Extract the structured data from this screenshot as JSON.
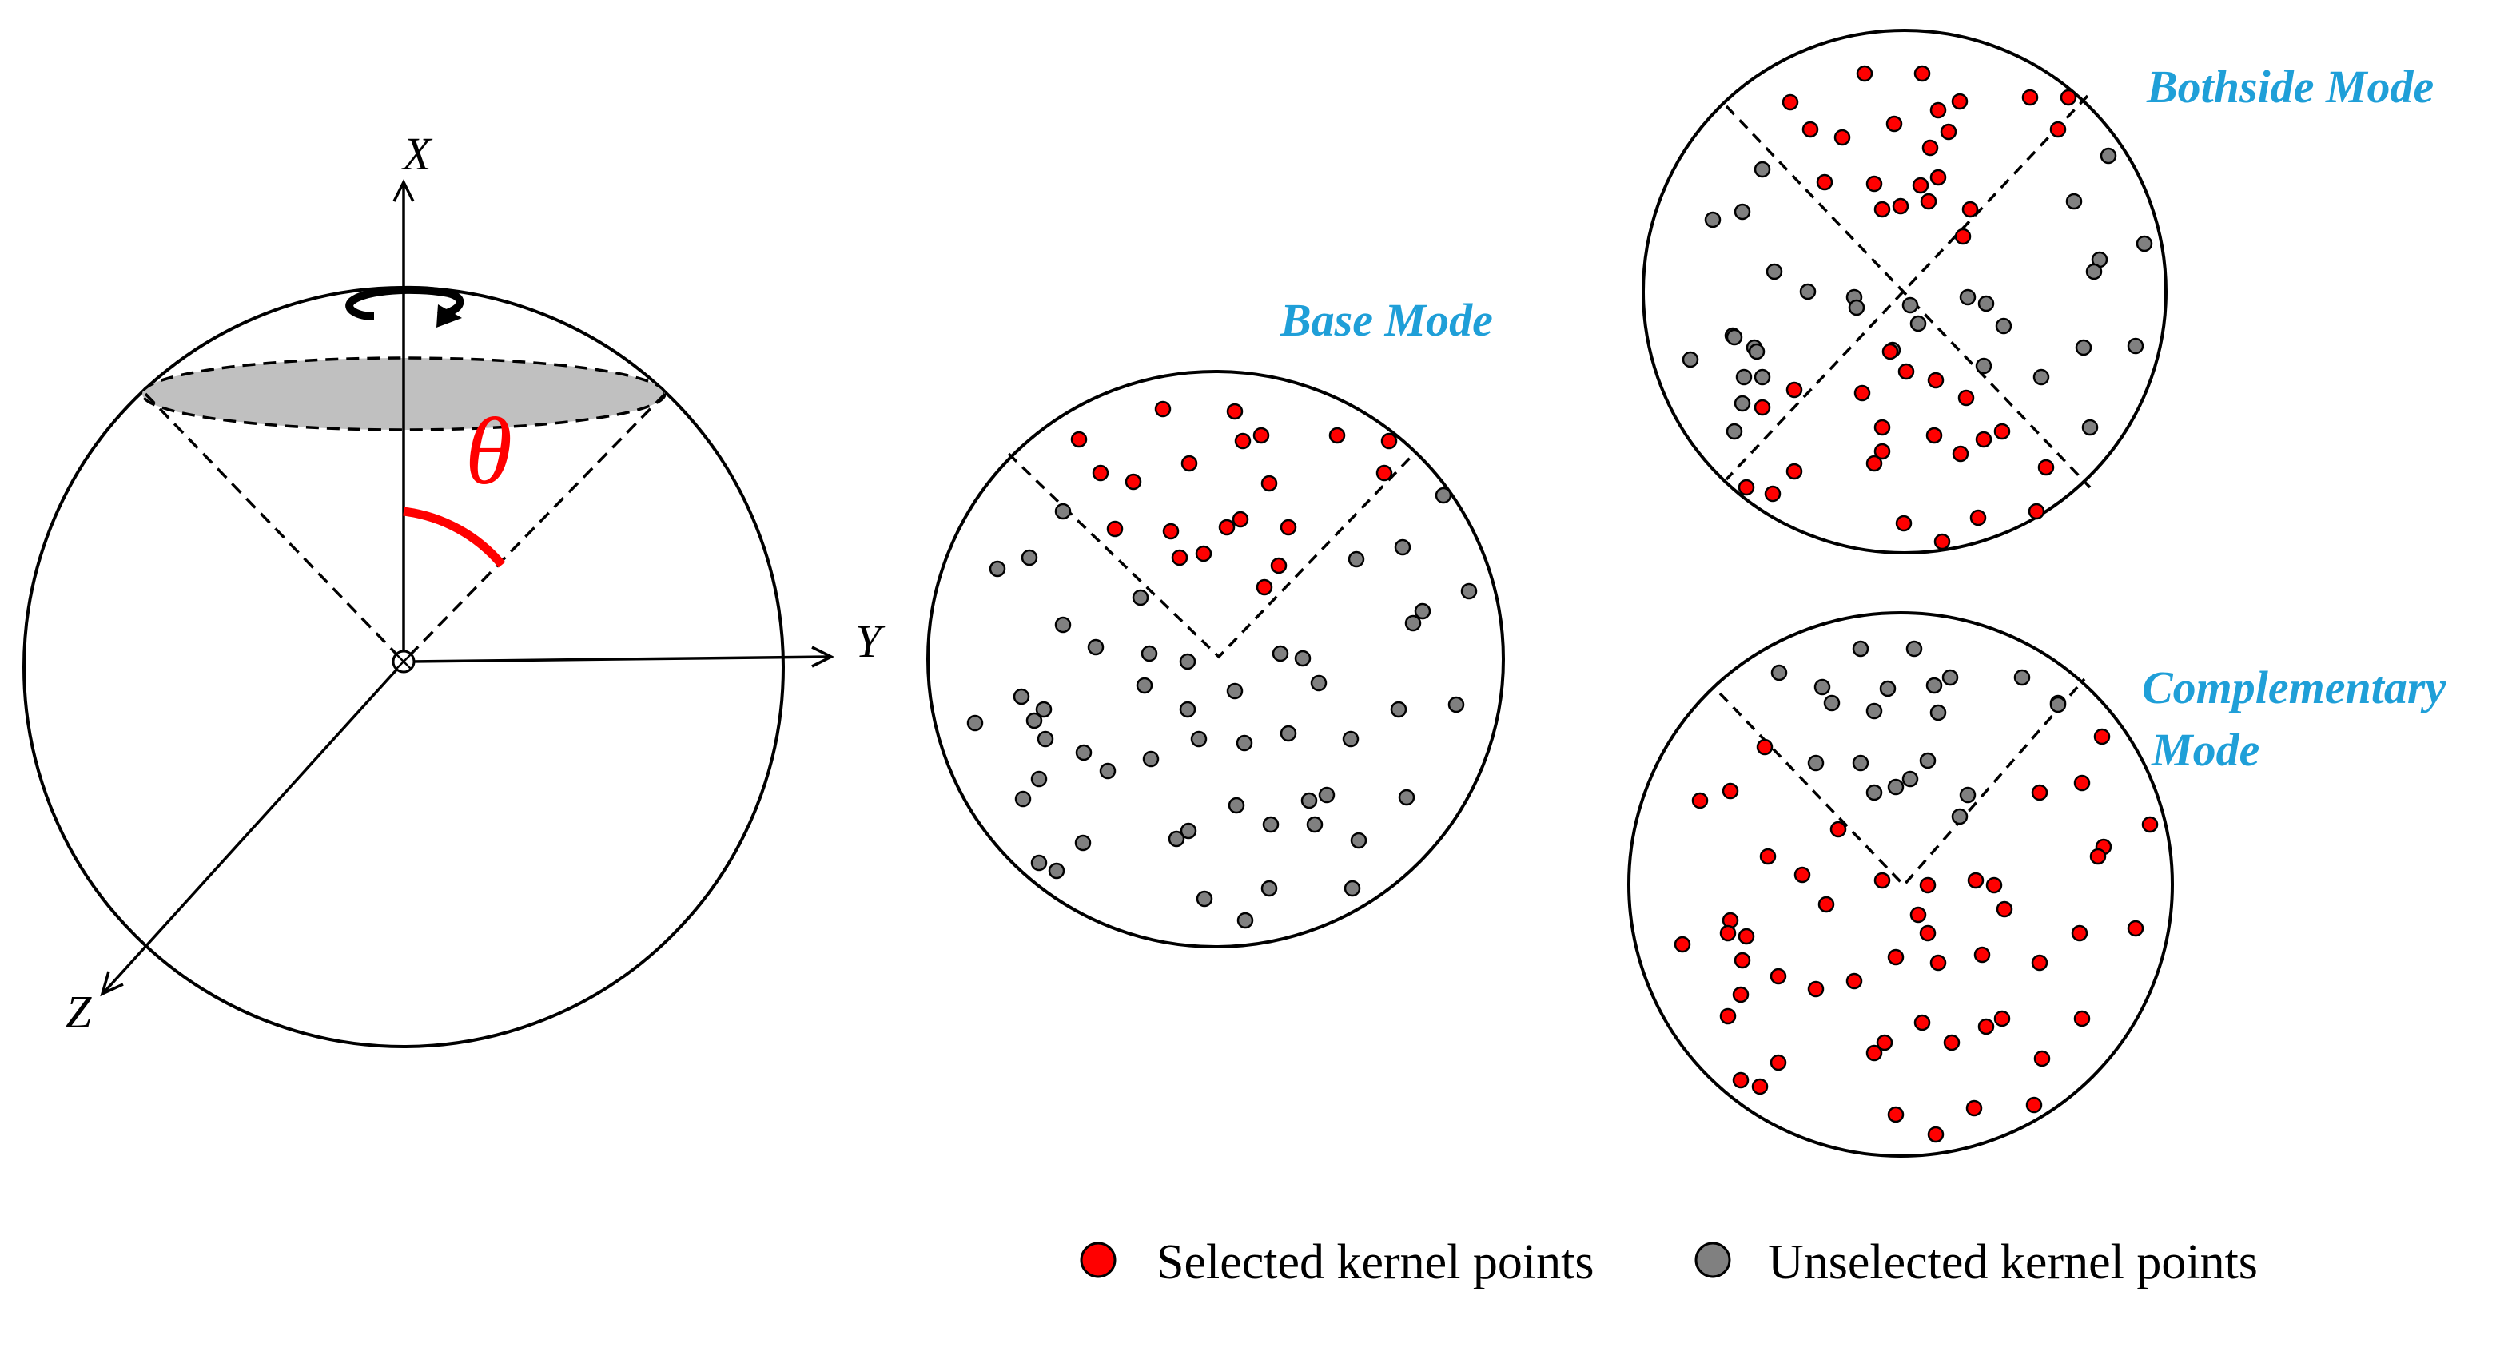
{
  "colors": {
    "selected": "#ff0000",
    "unselected": "#808080",
    "mode_label": "#1f9fd8",
    "theta": "#ff0000",
    "cap_fill": "#c0c0c0"
  },
  "sphere": {
    "axis_x": "X",
    "axis_y": "Y",
    "axis_z": "Z",
    "angle_symbol": "θ",
    "icons": [
      "rotation-arrow-icon",
      "origin-circle-icon"
    ]
  },
  "panels": {
    "base": {
      "title": "Base Mode"
    },
    "bothside": {
      "title": "Bothside Mode"
    },
    "complementary": {
      "title_line1": "Complementary",
      "title_line2": "Mode"
    }
  },
  "legend": {
    "selected": "Selected kernel points",
    "unselected": "Unselected kernel points"
  },
  "point_sets": {
    "base": [
      [
        1350,
        550,
        "s"
      ],
      [
        1455,
        512,
        "s"
      ],
      [
        1545,
        515,
        "s"
      ],
      [
        1578,
        545,
        "s"
      ],
      [
        1673,
        545,
        "s"
      ],
      [
        1738,
        552,
        "s"
      ],
      [
        1377,
        592,
        "s"
      ],
      [
        1418,
        603,
        "s"
      ],
      [
        1488,
        580,
        "s"
      ],
      [
        1555,
        552,
        "s"
      ],
      [
        1588,
        605,
        "s"
      ],
      [
        1732,
        592,
        "s"
      ],
      [
        1395,
        662,
        "s"
      ],
      [
        1465,
        665,
        "s"
      ],
      [
        1535,
        660,
        "s"
      ],
      [
        1552,
        650,
        "s"
      ],
      [
        1612,
        660,
        "s"
      ],
      [
        1476,
        698,
        "s"
      ],
      [
        1506,
        693,
        "s"
      ],
      [
        1600,
        708,
        "s"
      ],
      [
        1582,
        735,
        "s"
      ],
      [
        1330,
        640,
        "u"
      ],
      [
        1806,
        620,
        "u"
      ],
      [
        1288,
        698,
        "u"
      ],
      [
        1248,
        712,
        "u"
      ],
      [
        1697,
        700,
        "u"
      ],
      [
        1755,
        685,
        "u"
      ],
      [
        1427,
        748,
        "u"
      ],
      [
        1838,
        740,
        "u"
      ],
      [
        1330,
        782,
        "u"
      ],
      [
        1371,
        810,
        "u"
      ],
      [
        1438,
        818,
        "u"
      ],
      [
        1486,
        828,
        "u"
      ],
      [
        1602,
        818,
        "u"
      ],
      [
        1630,
        824,
        "u"
      ],
      [
        1768,
        780,
        "u"
      ],
      [
        1780,
        765,
        "u"
      ],
      [
        1432,
        858,
        "u"
      ],
      [
        1486,
        888,
        "u"
      ],
      [
        1545,
        865,
        "u"
      ],
      [
        1650,
        855,
        "u"
      ],
      [
        1278,
        872,
        "u"
      ],
      [
        1306,
        888,
        "u"
      ],
      [
        1294,
        902,
        "u"
      ],
      [
        1220,
        905,
        "u"
      ],
      [
        1308,
        925,
        "u"
      ],
      [
        1356,
        942,
        "u"
      ],
      [
        1440,
        950,
        "u"
      ],
      [
        1500,
        925,
        "u"
      ],
      [
        1557,
        930,
        "u"
      ],
      [
        1612,
        918,
        "u"
      ],
      [
        1690,
        925,
        "u"
      ],
      [
        1750,
        888,
        "u"
      ],
      [
        1822,
        882,
        "u"
      ],
      [
        1300,
        975,
        "u"
      ],
      [
        1386,
        965,
        "u"
      ],
      [
        1280,
        1000,
        "u"
      ],
      [
        1547,
        1008,
        "u"
      ],
      [
        1638,
        1002,
        "u"
      ],
      [
        1660,
        995,
        "u"
      ],
      [
        1760,
        998,
        "u"
      ],
      [
        1487,
        1040,
        "u"
      ],
      [
        1472,
        1050,
        "u"
      ],
      [
        1590,
        1032,
        "u"
      ],
      [
        1645,
        1032,
        "u"
      ],
      [
        1700,
        1052,
        "u"
      ],
      [
        1355,
        1055,
        "u"
      ],
      [
        1300,
        1080,
        "u"
      ],
      [
        1322,
        1090,
        "u"
      ],
      [
        1507,
        1125,
        "u"
      ],
      [
        1588,
        1112,
        "u"
      ],
      [
        1692,
        1112,
        "u"
      ],
      [
        1558,
        1152,
        "u"
      ]
    ],
    "bothside": [
      [
        2333,
        92,
        "s"
      ],
      [
        2405,
        92,
        "s"
      ],
      [
        2240,
        128,
        "s"
      ],
      [
        2452,
        127,
        "s"
      ],
      [
        2540,
        122,
        "s"
      ],
      [
        2588,
        122,
        "s"
      ],
      [
        2425,
        138,
        "s"
      ],
      [
        2265,
        162,
        "s"
      ],
      [
        2305,
        172,
        "s"
      ],
      [
        2370,
        155,
        "s"
      ],
      [
        2438,
        165,
        "s"
      ],
      [
        2415,
        185,
        "s"
      ],
      [
        2575,
        162,
        "s"
      ],
      [
        2283,
        228,
        "s"
      ],
      [
        2345,
        230,
        "s"
      ],
      [
        2403,
        232,
        "s"
      ],
      [
        2425,
        222,
        "s"
      ],
      [
        2355,
        262,
        "s"
      ],
      [
        2378,
        258,
        "s"
      ],
      [
        2465,
        262,
        "s"
      ],
      [
        2413,
        252,
        "s"
      ],
      [
        2456,
        296,
        "s"
      ],
      [
        2205,
        212,
        "u"
      ],
      [
        2638,
        195,
        "u"
      ],
      [
        2595,
        252,
        "u"
      ],
      [
        2180,
        265,
        "u"
      ],
      [
        2143,
        275,
        "u"
      ],
      [
        2683,
        305,
        "u"
      ],
      [
        2220,
        340,
        "u"
      ],
      [
        2627,
        325,
        "u"
      ],
      [
        2620,
        340,
        "u"
      ],
      [
        2262,
        365,
        "u"
      ],
      [
        2320,
        372,
        "u"
      ],
      [
        2323,
        385,
        "u"
      ],
      [
        2390,
        382,
        "u"
      ],
      [
        2462,
        372,
        "u"
      ],
      [
        2485,
        380,
        "u"
      ],
      [
        2507,
        408,
        "u"
      ],
      [
        2168,
        420,
        "u"
      ],
      [
        2170,
        422,
        "u"
      ],
      [
        2195,
        435,
        "u"
      ],
      [
        2198,
        440,
        "u"
      ],
      [
        2115,
        450,
        "u"
      ],
      [
        2400,
        405,
        "u"
      ],
      [
        2368,
        438,
        "u"
      ],
      [
        2482,
        458,
        "u"
      ],
      [
        2607,
        435,
        "u"
      ],
      [
        2672,
        433,
        "u"
      ],
      [
        2182,
        472,
        "u"
      ],
      [
        2205,
        472,
        "u"
      ],
      [
        2554,
        472,
        "u"
      ],
      [
        2180,
        505,
        "u"
      ],
      [
        2170,
        540,
        "u"
      ],
      [
        2615,
        535,
        "u"
      ],
      [
        2365,
        440,
        "s"
      ],
      [
        2245,
        488,
        "s"
      ],
      [
        2330,
        492,
        "s"
      ],
      [
        2385,
        465,
        "s"
      ],
      [
        2422,
        476,
        "s"
      ],
      [
        2460,
        498,
        "s"
      ],
      [
        2205,
        510,
        "s"
      ],
      [
        2355,
        535,
        "s"
      ],
      [
        2420,
        545,
        "s"
      ],
      [
        2482,
        550,
        "s"
      ],
      [
        2505,
        540,
        "s"
      ],
      [
        2355,
        565,
        "s"
      ],
      [
        2453,
        568,
        "s"
      ],
      [
        2560,
        585,
        "s"
      ],
      [
        2345,
        580,
        "s"
      ],
      [
        2245,
        590,
        "s"
      ],
      [
        2185,
        610,
        "s"
      ],
      [
        2218,
        618,
        "s"
      ],
      [
        2382,
        655,
        "s"
      ],
      [
        2475,
        648,
        "s"
      ],
      [
        2548,
        640,
        "s"
      ],
      [
        2430,
        678,
        "s"
      ]
    ],
    "complementary": [
      [
        2226,
        842,
        "u"
      ],
      [
        2328,
        812,
        "u"
      ],
      [
        2395,
        812,
        "u"
      ],
      [
        2440,
        848,
        "u"
      ],
      [
        2530,
        848,
        "u"
      ],
      [
        2575,
        880,
        "u"
      ],
      [
        2280,
        860,
        "u"
      ],
      [
        2362,
        862,
        "u"
      ],
      [
        2420,
        858,
        "u"
      ],
      [
        2292,
        880,
        "u"
      ],
      [
        2345,
        890,
        "u"
      ],
      [
        2425,
        892,
        "u"
      ],
      [
        2575,
        882,
        "u"
      ],
      [
        2272,
        955,
        "u"
      ],
      [
        2328,
        955,
        "u"
      ],
      [
        2412,
        952,
        "u"
      ],
      [
        2390,
        975,
        "u"
      ],
      [
        2345,
        992,
        "u"
      ],
      [
        2372,
        985,
        "u"
      ],
      [
        2462,
        995,
        "u"
      ],
      [
        2452,
        1022,
        "u"
      ],
      [
        2208,
        935,
        "s"
      ],
      [
        2630,
        922,
        "s"
      ],
      [
        2165,
        990,
        "s"
      ],
      [
        2127,
        1002,
        "s"
      ],
      [
        2552,
        992,
        "s"
      ],
      [
        2605,
        980,
        "s"
      ],
      [
        2300,
        1038,
        "s"
      ],
      [
        2690,
        1032,
        "s"
      ],
      [
        2212,
        1072,
        "s"
      ],
      [
        2255,
        1095,
        "s"
      ],
      [
        2632,
        1060,
        "s"
      ],
      [
        2625,
        1072,
        "s"
      ],
      [
        2355,
        1102,
        "s"
      ],
      [
        2412,
        1108,
        "s"
      ],
      [
        2472,
        1102,
        "s"
      ],
      [
        2495,
        1108,
        "s"
      ],
      [
        2285,
        1132,
        "s"
      ],
      [
        2508,
        1138,
        "s"
      ],
      [
        2400,
        1145,
        "s"
      ],
      [
        2165,
        1152,
        "s"
      ],
      [
        2185,
        1172,
        "s"
      ],
      [
        2162,
        1168,
        "s"
      ],
      [
        2105,
        1182,
        "s"
      ],
      [
        2412,
        1168,
        "s"
      ],
      [
        2602,
        1168,
        "s"
      ],
      [
        2672,
        1162,
        "s"
      ],
      [
        2180,
        1202,
        "s"
      ],
      [
        2225,
        1222,
        "s"
      ],
      [
        2272,
        1238,
        "s"
      ],
      [
        2320,
        1228,
        "s"
      ],
      [
        2372,
        1198,
        "s"
      ],
      [
        2425,
        1205,
        "s"
      ],
      [
        2480,
        1195,
        "s"
      ],
      [
        2552,
        1205,
        "s"
      ],
      [
        2178,
        1245,
        "s"
      ],
      [
        2162,
        1272,
        "s"
      ],
      [
        2405,
        1280,
        "s"
      ],
      [
        2485,
        1285,
        "s"
      ],
      [
        2505,
        1275,
        "s"
      ],
      [
        2605,
        1275,
        "s"
      ],
      [
        2225,
        1330,
        "s"
      ],
      [
        2345,
        1318,
        "s"
      ],
      [
        2358,
        1305,
        "s"
      ],
      [
        2442,
        1305,
        "s"
      ],
      [
        2555,
        1325,
        "s"
      ],
      [
        2178,
        1352,
        "s"
      ],
      [
        2202,
        1360,
        "s"
      ],
      [
        2372,
        1395,
        "s"
      ],
      [
        2422,
        1420,
        "s"
      ],
      [
        2470,
        1387,
        "s"
      ],
      [
        2545,
        1383,
        "s"
      ]
    ]
  }
}
